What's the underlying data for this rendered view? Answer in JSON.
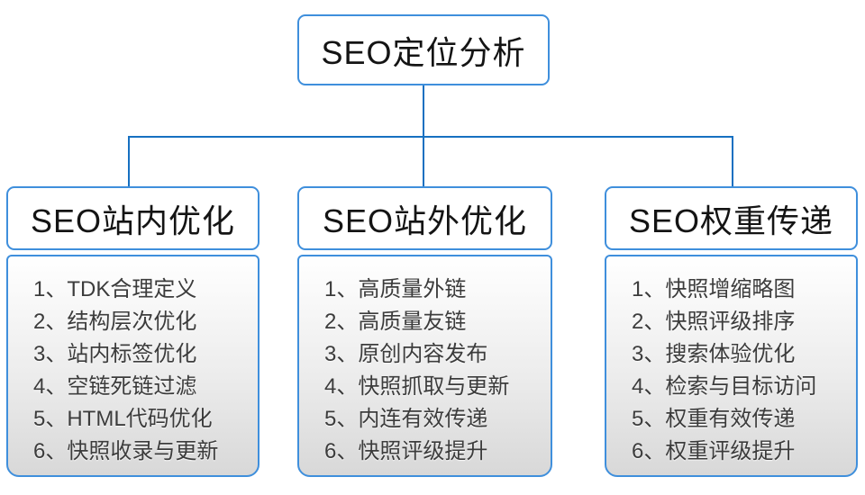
{
  "root": {
    "title": "SEO定位分析"
  },
  "columns": [
    {
      "title": "SEO站内优化",
      "items": [
        "1、TDK合理定义",
        "2、结构层次优化",
        "3、站内标签优化",
        "4、空链死链过滤",
        "5、HTML代码优化",
        "6、快照收录与更新"
      ]
    },
    {
      "title": "SEO站外优化",
      "items": [
        "1、高质量外链",
        "2、高质量友链",
        "3、原创内容发布",
        "4、快照抓取与更新",
        "5、内连有效传递",
        "6、快照评级提升"
      ]
    },
    {
      "title": "SEO权重传递",
      "items": [
        "1、快照增缩略图",
        "2、快照评级排序",
        "3、搜索体验优化",
        "4、检索与目标访问",
        "5、权重有效传递",
        "6、权重评级提升"
      ]
    }
  ],
  "colors": {
    "connector": "#1670C1",
    "border": "#3F8FDC",
    "header_text": "#141414",
    "item_text": "#3C3C3C",
    "list_gradient_top": "#FFFFFF",
    "list_gradient_bottom": "#D8D8D8"
  }
}
